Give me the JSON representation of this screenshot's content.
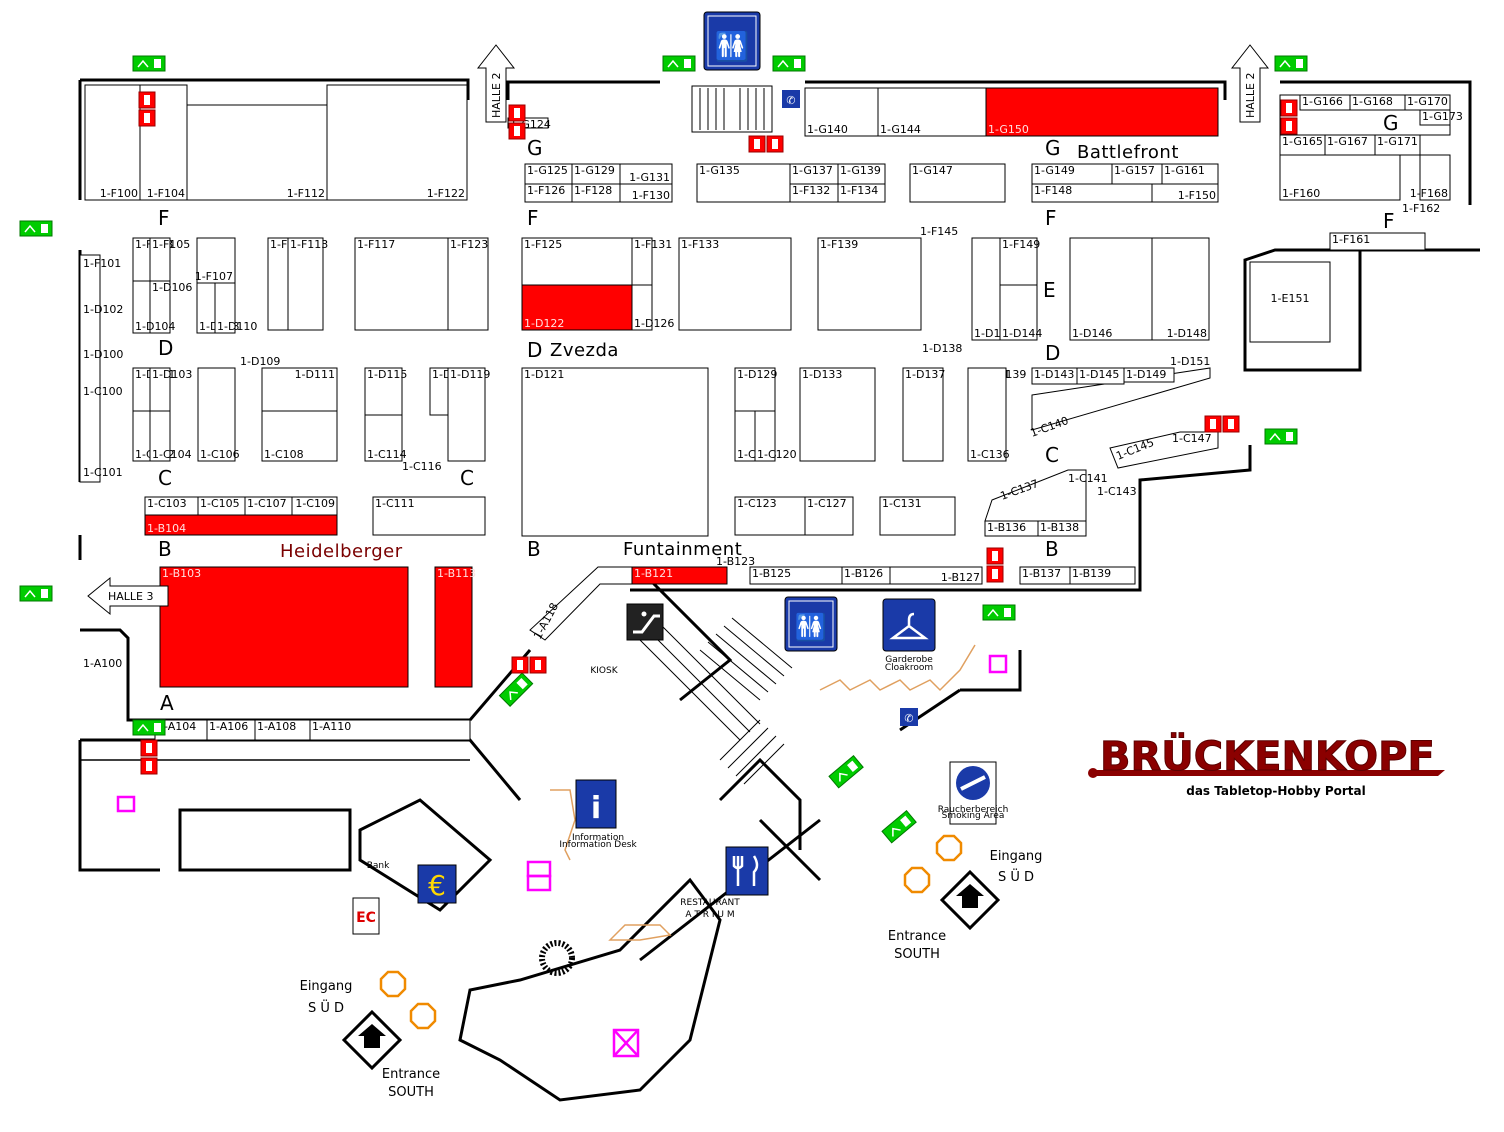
{
  "map": {
    "rows": {
      "g": "G",
      "f": "F",
      "e": "E",
      "d": "D",
      "c": "C",
      "b": "B",
      "a": "A"
    },
    "exhibitors": {
      "battlefront": "Battlefront",
      "zvezda": "Zvezda",
      "heidelberger": "Heidelberger",
      "funtainment": "Funtainment"
    },
    "halle2": "HALLE 2",
    "halle3": "HALLE 3",
    "kiosk": "KIOSK",
    "restaurant": "RESTAURANT",
    "atrium": "A T R I U M",
    "information": "Information",
    "information_sub": "Information Desk",
    "garderobe": "Garderobe",
    "garderobe_sub": "Cloakroom",
    "raucher": "Raucherbereich",
    "raucher_sub": "Smoking Area",
    "bank": "Bank",
    "entrances": [
      {
        "line1": "Eingang",
        "line2": "S Ü D",
        "line3": "Entrance",
        "line4": "SOUTH"
      },
      {
        "line1": "Eingang",
        "line2": "S Ü D",
        "line3": "Entrance",
        "line4": "SOUTH"
      }
    ],
    "logo": {
      "name": "BRÜCKENKOPF",
      "tagline": "das Tabletop-Hobby Portal"
    },
    "booths": [
      {
        "id": "1-F100"
      },
      {
        "id": "1-F104"
      },
      {
        "id": "1-F112"
      },
      {
        "id": "1-F122"
      },
      {
        "id": "1-G124"
      },
      {
        "id": "1-G125"
      },
      {
        "id": "1-G129"
      },
      {
        "id": "1-G131"
      },
      {
        "id": "1-F126"
      },
      {
        "id": "1-F128"
      },
      {
        "id": "1-F130"
      },
      {
        "id": "1-G135"
      },
      {
        "id": "1-G137"
      },
      {
        "id": "1-G139"
      },
      {
        "id": "1-F132"
      },
      {
        "id": "1-F134"
      },
      {
        "id": "1-G140"
      },
      {
        "id": "1-G144"
      },
      {
        "id": "1-G150"
      },
      {
        "id": "1-G147"
      },
      {
        "id": "1-G149"
      },
      {
        "id": "1-G157"
      },
      {
        "id": "1-G161"
      },
      {
        "id": "1-F148"
      },
      {
        "id": "1-F150"
      },
      {
        "id": "1-G166"
      },
      {
        "id": "1-G168"
      },
      {
        "id": "1-G170"
      },
      {
        "id": "1-G173"
      },
      {
        "id": "1-G165"
      },
      {
        "id": "1-G167"
      },
      {
        "id": "1-G171"
      },
      {
        "id": "1-F160"
      },
      {
        "id": "1-F168"
      },
      {
        "id": "1-F162"
      },
      {
        "id": "1-F161"
      },
      {
        "id": "1-E151"
      },
      {
        "id": "1-F103"
      },
      {
        "id": "1-F105"
      },
      {
        "id": "1-F101"
      },
      {
        "id": "1-F107"
      },
      {
        "id": "1-D106"
      },
      {
        "id": "1-D102"
      },
      {
        "id": "1-D104"
      },
      {
        "id": "1-D108"
      },
      {
        "id": "1-D110"
      },
      {
        "id": "1-D100"
      },
      {
        "id": "1-F111"
      },
      {
        "id": "1-F113"
      },
      {
        "id": "1-F117"
      },
      {
        "id": "1-F123"
      },
      {
        "id": "1-F125"
      },
      {
        "id": "1-F131"
      },
      {
        "id": "1-D122"
      },
      {
        "id": "1-D126"
      },
      {
        "id": "1-F133"
      },
      {
        "id": "1-F139"
      },
      {
        "id": "1-F145"
      },
      {
        "id": "1-D138"
      },
      {
        "id": "1-F149"
      },
      {
        "id": "1-D140"
      },
      {
        "id": "1-D144"
      },
      {
        "id": "1-F151"
      },
      {
        "id": "1-D146"
      },
      {
        "id": "1-D148"
      },
      {
        "id": "1-D109"
      },
      {
        "id": "1-D101"
      },
      {
        "id": "1-D103"
      },
      {
        "id": "1-C100"
      },
      {
        "id": "1-C102"
      },
      {
        "id": "1-C104"
      },
      {
        "id": "1-C101"
      },
      {
        "id": "1-C106"
      },
      {
        "id": "1-D111"
      },
      {
        "id": "1-C108"
      },
      {
        "id": "1-D115"
      },
      {
        "id": "1-C114"
      },
      {
        "id": "1-D117"
      },
      {
        "id": "1-D119"
      },
      {
        "id": "1-C116"
      },
      {
        "id": "1-D121"
      },
      {
        "id": "1-D129"
      },
      {
        "id": "1-C118"
      },
      {
        "id": "1-C120"
      },
      {
        "id": "1-D133"
      },
      {
        "id": "1-D137"
      },
      {
        "id": "1-D141"
      },
      {
        "id": "1-D139"
      },
      {
        "id": "1-C136"
      },
      {
        "id": "1-D143"
      },
      {
        "id": "1-D145"
      },
      {
        "id": "1-D149"
      },
      {
        "id": "1-D151"
      },
      {
        "id": "1-C140"
      },
      {
        "id": "1-C145"
      },
      {
        "id": "1-C147"
      },
      {
        "id": "1-C141"
      },
      {
        "id": "1-C143"
      },
      {
        "id": "1-C137"
      },
      {
        "id": "1-B136"
      },
      {
        "id": "1-B138"
      },
      {
        "id": "1-C103"
      },
      {
        "id": "1-C105"
      },
      {
        "id": "1-C107"
      },
      {
        "id": "1-C109"
      },
      {
        "id": "1-B104"
      },
      {
        "id": "1-C111"
      },
      {
        "id": "1-C123"
      },
      {
        "id": "1-C127"
      },
      {
        "id": "1-C131"
      },
      {
        "id": "1-B103"
      },
      {
        "id": "1-B113"
      },
      {
        "id": "1-B121"
      },
      {
        "id": "1-B123"
      },
      {
        "id": "1-B125"
      },
      {
        "id": "1-B126"
      },
      {
        "id": "1-B127"
      },
      {
        "id": "1-B137"
      },
      {
        "id": "1-B139"
      },
      {
        "id": "1-A118"
      },
      {
        "id": "1-A100"
      },
      {
        "id": "1-A104"
      },
      {
        "id": "1-A106"
      },
      {
        "id": "1-A108"
      },
      {
        "id": "1-A110"
      }
    ]
  },
  "colors": {
    "occupied": "#ff0000",
    "exit": "#00cc00",
    "info": "#1a3aa8",
    "logo": "#8b0000",
    "path": "#e0a060",
    "highlight": "#ff00ff"
  }
}
